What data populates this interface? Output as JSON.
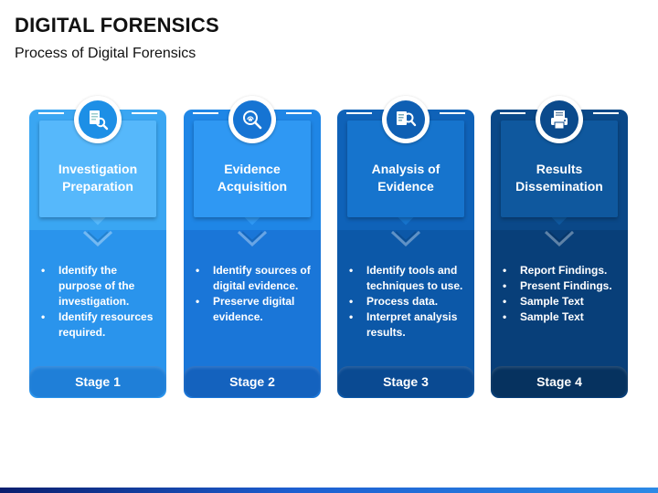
{
  "page": {
    "title": "DIGITAL FORENSICS",
    "subtitle": "Process of Digital Forensics"
  },
  "cards": [
    {
      "title_line1": "Investigation",
      "title_line2": "Preparation",
      "icon": "document-search-icon",
      "bullets": [
        "Identify the purpose of the investigation.",
        "Identify resources required."
      ],
      "stage": "Stage 1",
      "colors": {
        "top": "#3aa6f2",
        "header": "#56b8fb",
        "bottom": "#2a94ec",
        "pill": "#1f7fd8",
        "icon": "#1d8fe6"
      }
    },
    {
      "title_line1": "Evidence",
      "title_line2": "Acquisition",
      "icon": "fingerprint-magnifier-icon",
      "bullets": [
        "Identify sources of digital evidence.",
        "Preserve digital evidence."
      ],
      "stage": "Stage 2",
      "colors": {
        "top": "#1f86e6",
        "header": "#2f98f3",
        "bottom": "#1a76d8",
        "pill": "#1462be",
        "icon": "#1674d3"
      }
    },
    {
      "title_line1": "Analysis of",
      "title_line2": "Evidence",
      "icon": "analysis-magnifier-icon",
      "bullets": [
        "Identify tools and techniques to use.",
        "Process data.",
        "Interpret analysis results."
      ],
      "stage": "Stage 3",
      "colors": {
        "top": "#0f62b8",
        "header": "#1674cd",
        "bottom": "#0c58a8",
        "pill": "#0a4a92",
        "icon": "#0f5fb3"
      }
    },
    {
      "title_line1": "Results",
      "title_line2": "Dissemination",
      "icon": "report-printer-icon",
      "bullets": [
        "Report Findings.",
        "Present Findings.",
        "Sample Text",
        "Sample Text"
      ],
      "stage": "Stage 4",
      "colors": {
        "top": "#0a4888",
        "header": "#0f589e",
        "bottom": "#083f79",
        "pill": "#06325f",
        "icon": "#0b4a8c"
      }
    }
  ]
}
